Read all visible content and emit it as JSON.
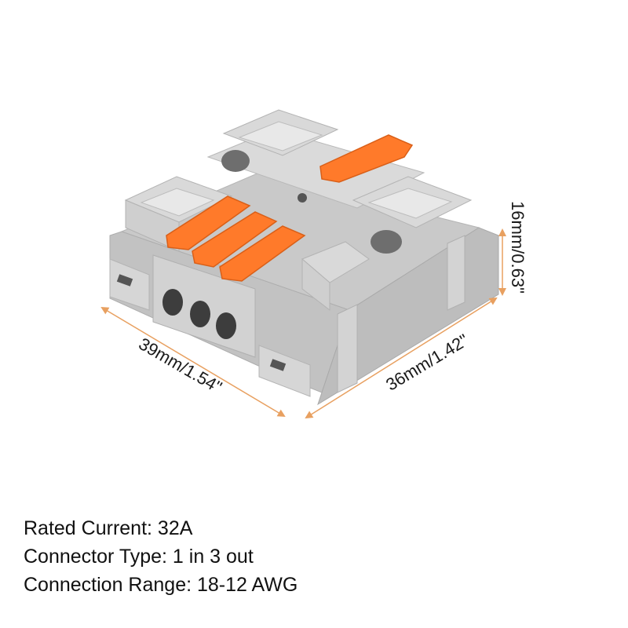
{
  "dimensions": {
    "width_label": "39mm/1.54\"",
    "depth_label": "36mm/1.42\"",
    "height_label": "16mm/0.63\""
  },
  "specs": [
    "Rated Current: 32A",
    "Connector Type: 1 in 3 out",
    "Connection Range: 18-12 AWG"
  ],
  "colors": {
    "body": "#d4d4d4",
    "lever": "#ff7a2a",
    "dimension_line": "#e8a060"
  }
}
